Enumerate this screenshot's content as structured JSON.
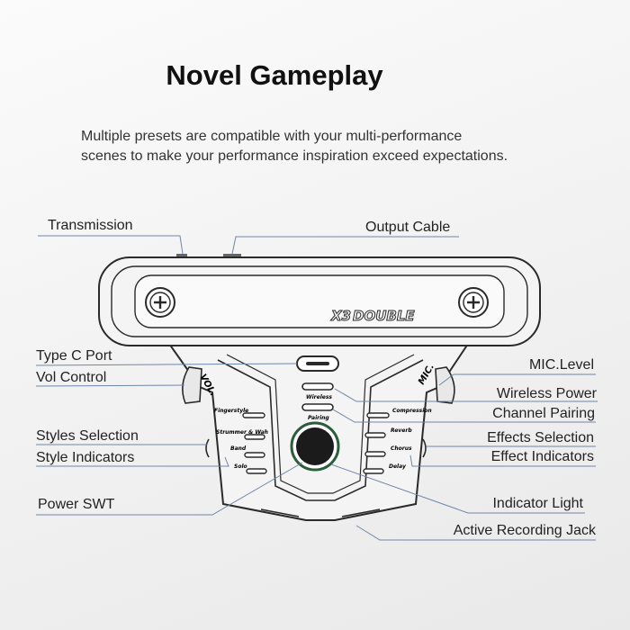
{
  "title": "Novel Gameplay",
  "description_line1": "Multiple presets are compatible with your multi-performance",
  "description_line2": "scenes to make your performance inspiration exceed expectations.",
  "device": {
    "logo_prefix": "X3",
    "logo_word": "DOUBLE",
    "vol_knob_label": "VOL.",
    "mic_knob_label": "MIC.",
    "center_buttons": [
      "Wireless",
      "Pairing"
    ],
    "left_indicators": [
      "Fingerstyle",
      "Strummer & Wah",
      "Band",
      "Solo"
    ],
    "right_indicators": [
      "Compression",
      "Reverb",
      "Chorus",
      "Delay"
    ]
  },
  "labels": {
    "transmission": "Transmission",
    "output_cable": "Output Cable",
    "type_c_port": "Type C Port",
    "vol_control": "Vol Control",
    "mic_level": "MIC.Level",
    "wireless_power": "Wireless Power",
    "channel_pairing": "Channel Pairing",
    "styles_selection": "Styles Selection",
    "effects_selection": "Effects Selection",
    "style_indicators": "Style Indicators",
    "effect_indicators": "Effect Indicators",
    "power_swt": "Power SWT",
    "indicator_light": "Indicator Light",
    "active_recording_jack": "Active Recording Jack"
  },
  "colors": {
    "line": "#6f86a8",
    "device_stroke": "#2a2a2a",
    "device_fill": "#f4f4f4",
    "button_ring": "#2a5d3a"
  }
}
